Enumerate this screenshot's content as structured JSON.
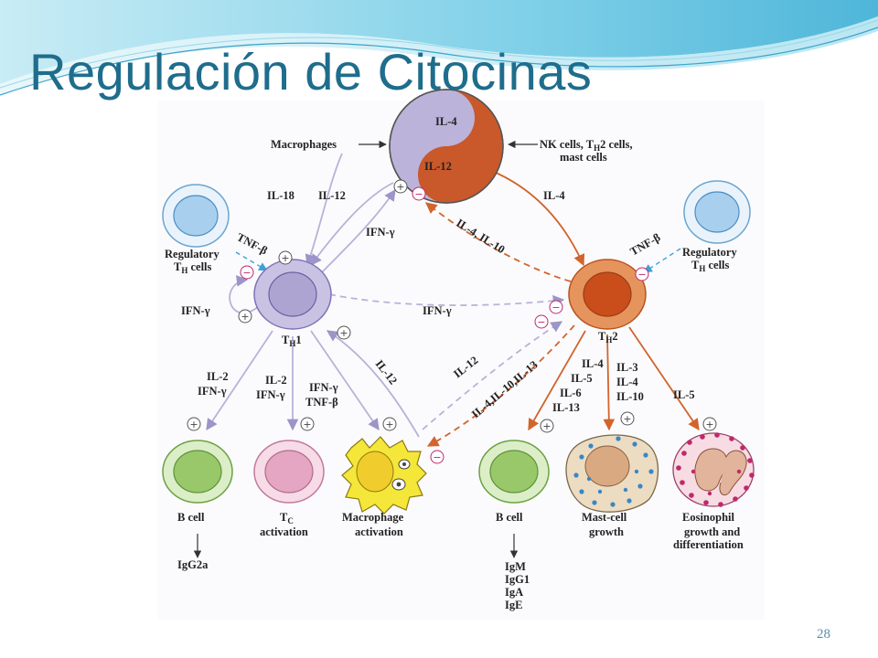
{
  "slide": {
    "title": "Regulación de Citocinas",
    "page_number": "28"
  },
  "colors": {
    "title": "#1f6d8c",
    "th1_arrows": "#b8b2d8",
    "th2_arrows": "#d2642c",
    "th1_cell": "#b7afd6",
    "th2_cell": "#d2642c",
    "b_cell": "#98c86a",
    "tc_cell": "#e6a8c4",
    "macrophage": "#f4e43c"
  },
  "diagram": {
    "sources_left": "Macrophages",
    "sources_right_line1": "NK cells, T",
    "sources_right_sub": "H",
    "sources_right_line1b": "2 cells,",
    "sources_right_line2": "mast cells",
    "yin_il4": "IL-4",
    "yin_il12": "IL-12",
    "il18": "IL-18",
    "il12_a": "IL-12",
    "il4_a": "IL-4",
    "ifng_a": "IFN-γ",
    "il4_il10": "IL-4, IL-10",
    "tnfb_left": "TNF-β",
    "tnfb_right": "TNF-β",
    "reg_left_line1": "Regulatory",
    "reg_left_line2": "T",
    "reg_left_sub": "H",
    "reg_left_line2b": " cells",
    "reg_right_line1": "Regulatory",
    "reg_right_line2": "T",
    "reg_right_sub": "H",
    "reg_right_line2b": " cells",
    "ifng_self": "IFN-γ",
    "ifng_mid": "IFN-γ",
    "th1_main": "T",
    "th1_sub": "H",
    "th1_num": "1",
    "th2_main": "T",
    "th2_sub": "H",
    "th2_num": "2",
    "b1_cyt_1": "IL-2",
    "b1_cyt_2": "IFN-γ",
    "tc_cyt_1": "IL-2",
    "tc_cyt_2": "IFN-γ",
    "mac_cyt_1": "IFN-γ",
    "mac_cyt_2": "TNF-β",
    "il12_diag": "IL-12",
    "il12_dash": "IL-12",
    "il4_10_13": "IL-4,IL-10,IL-13",
    "b2_cyt_1": "IL-4",
    "b2_cyt_2": "IL-5",
    "b2_cyt_3": "IL-6",
    "b2_cyt_4": "IL-13",
    "mast_cyt_1": "IL-3",
    "mast_cyt_2": "IL-4",
    "mast_cyt_3": "IL-10",
    "eos_cyt": "IL-5",
    "bcell1_label": "B cell",
    "tc_main": "T",
    "tc_sub": "C",
    "tc_label2": "activation",
    "mac_label1": "Macrophage",
    "mac_label2": "activation",
    "bcell2_label": "B cell",
    "mast_label1": "Mast-cell",
    "mast_label2": "growth",
    "eos_label1": "Eosinophil",
    "eos_label2": "growth and",
    "eos_label3": "differentiation",
    "igg2a": "IgG2a",
    "igm": "IgM",
    "igg1": "IgG1",
    "iga": "IgA",
    "ige": "IgE",
    "down_arrow": "↓",
    "plus": "+",
    "minus": "−"
  }
}
